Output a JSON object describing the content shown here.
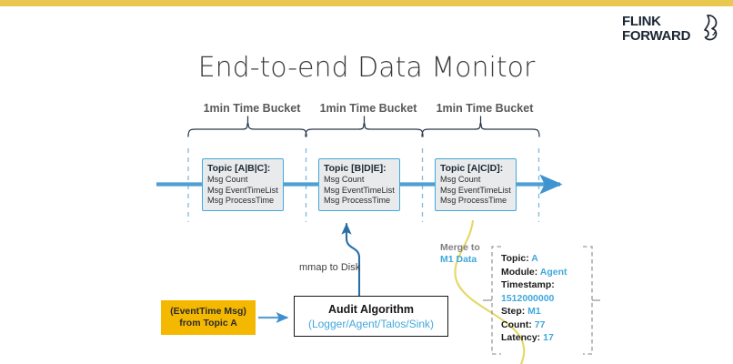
{
  "slide": {
    "title": "End-to-end Data Monitor",
    "accent_blue": "#41a8dc",
    "accent_gold": "#e8c84e",
    "accent_orange": "#f5b800"
  },
  "logo": {
    "line1": "FLINK",
    "line2": "FORWARD",
    "mark": "squirrel-icon"
  },
  "buckets": [
    {
      "label": "1min Time Bucket"
    },
    {
      "label": "1min Time Bucket"
    },
    {
      "label": "1min Time Bucket"
    }
  ],
  "topics": [
    {
      "title": "Topic [A|B|C]:",
      "lines": [
        "Msg Count",
        "Msg EventTimeList",
        "Msg ProcessTime"
      ]
    },
    {
      "title": "Topic [B|D|E]:",
      "lines": [
        "Msg Count",
        "Msg EventTimeList",
        "Msg ProcessTime"
      ]
    },
    {
      "title": "Topic [A|C|D]:",
      "lines": [
        "Msg Count",
        "Msg EventTimeList",
        "Msg ProcessTime"
      ]
    }
  ],
  "annotations": {
    "mmap": "mmap to Disk",
    "merge_line1": "Merge to",
    "merge_line2": "M1 Data"
  },
  "event_source": {
    "line1": "(EventTime Msg)",
    "line2": "from Topic A"
  },
  "audit": {
    "title": "Audit Algorithm",
    "subtitle": "(Logger/Agent/Talos/Sink)"
  },
  "detail": {
    "topic_key": "Topic:",
    "topic_value": "A",
    "module_key": "Module:",
    "module_value": "Agent",
    "timestamp_key": "Timestamp:",
    "timestamp_value": "1512000000",
    "step_key": "Step:",
    "step_value": "M1",
    "count_key": "Count:",
    "count_value": "77",
    "latency_key": "Latency:",
    "latency_value": "17"
  }
}
